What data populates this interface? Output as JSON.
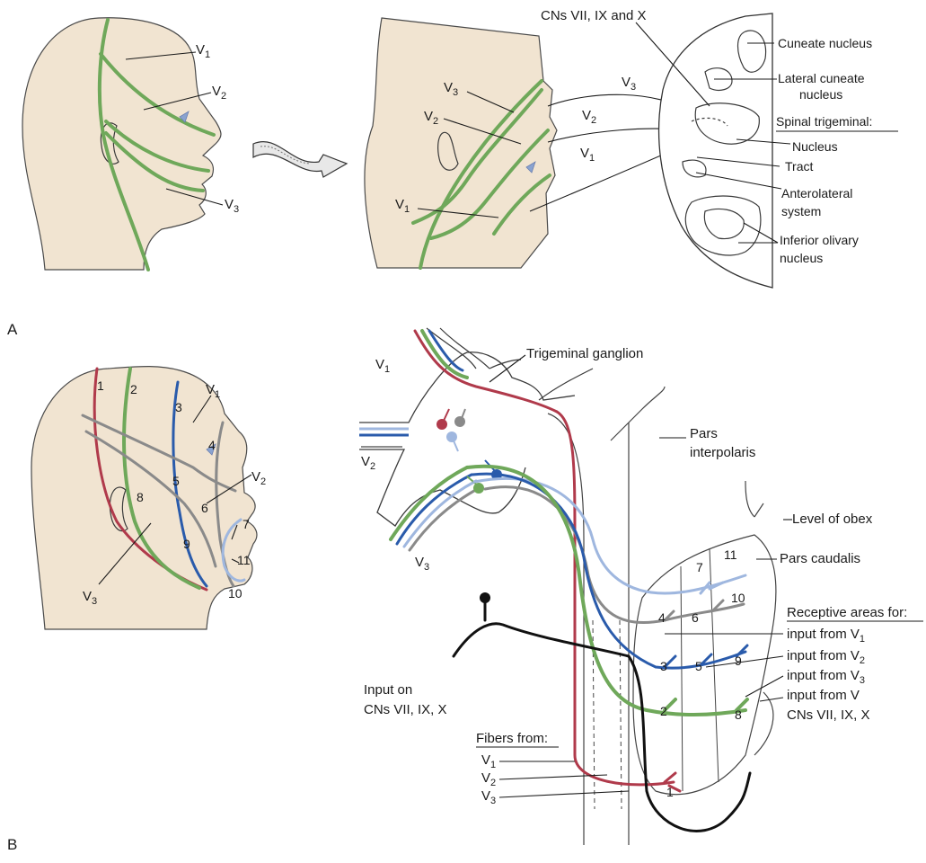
{
  "panels": {
    "a": "A",
    "b": "B"
  },
  "panel_a": {
    "head_labels": {
      "v1": "V",
      "v1_sub": "1",
      "v2": "V",
      "v2_sub": "2",
      "v3": "V",
      "v3_sub": "3"
    },
    "face_labels": {
      "v1": "V",
      "v1_sub": "1",
      "v2": "V",
      "v2_sub": "2",
      "v3": "V",
      "v3_sub": "3"
    },
    "arrow_labels": {
      "v1": "V",
      "v1_sub": "1",
      "v2": "V",
      "v2_sub": "2",
      "v3": "V",
      "v3_sub": "3"
    },
    "cns_label": "CNs VII, IX and X",
    "medulla_labels": {
      "cuneate": "Cuneate nucleus",
      "lateral_cuneate_1": "Lateral cuneate",
      "lateral_cuneate_2": "nucleus",
      "spinal_trigeminal": "Spinal trigeminal:",
      "nucleus": "Nucleus",
      "tract": "Tract",
      "anterolateral_1": "Anterolateral",
      "anterolateral_2": "system",
      "olivary_1": "Inferior olivary",
      "olivary_2": "nucleus"
    }
  },
  "panel_b": {
    "head_numbers": [
      "1",
      "2",
      "3",
      "4",
      "5",
      "6",
      "7",
      "8",
      "9",
      "10",
      "11"
    ],
    "head_labels": {
      "v1": "V",
      "v1_sub": "1",
      "v2": "V",
      "v2_sub": "2",
      "v3": "V",
      "v3_sub": "3"
    },
    "ganglion_label": "Trigeminal ganglion",
    "root_labels": {
      "v1": "V",
      "v1_sub": "1",
      "v2": "V",
      "v2_sub": "2",
      "v3": "V",
      "v3_sub": "3"
    },
    "pars_interpolaris_1": "Pars",
    "pars_interpolaris_2": "interpolaris",
    "obex": "Level of obex",
    "pars_caudalis": "Pars caudalis",
    "receptive_title": "Receptive areas for:",
    "receptive_items": [
      {
        "text": "input from V",
        "sub": "1"
      },
      {
        "text": "input from V",
        "sub": "2"
      },
      {
        "text": "input from V",
        "sub": "3"
      },
      {
        "text": "input from V",
        "sub": ""
      }
    ],
    "cns_vii_ix_x": "CNs VII, IX, X",
    "input_on_1": "Input on",
    "input_on_2": "CNs VII, IX, X",
    "fibers_title": "Fibers from:",
    "fiber_items": [
      {
        "text": "V",
        "sub": "1"
      },
      {
        "text": "V",
        "sub": "2"
      },
      {
        "text": "V",
        "sub": "3"
      }
    ],
    "caudalis_numbers": [
      "1",
      "2",
      "3",
      "4",
      "5",
      "6",
      "7",
      "8",
      "9",
      "10",
      "11"
    ]
  },
  "colors": {
    "skin": "#f1e4d1",
    "v1_fiber": "#b03a4b",
    "v2_fiber": "#6fa85a",
    "v3_fiber": "#2a5bab",
    "light_blue": "#9fb7df",
    "grey": "#8a8a8a",
    "black": "#111111"
  }
}
